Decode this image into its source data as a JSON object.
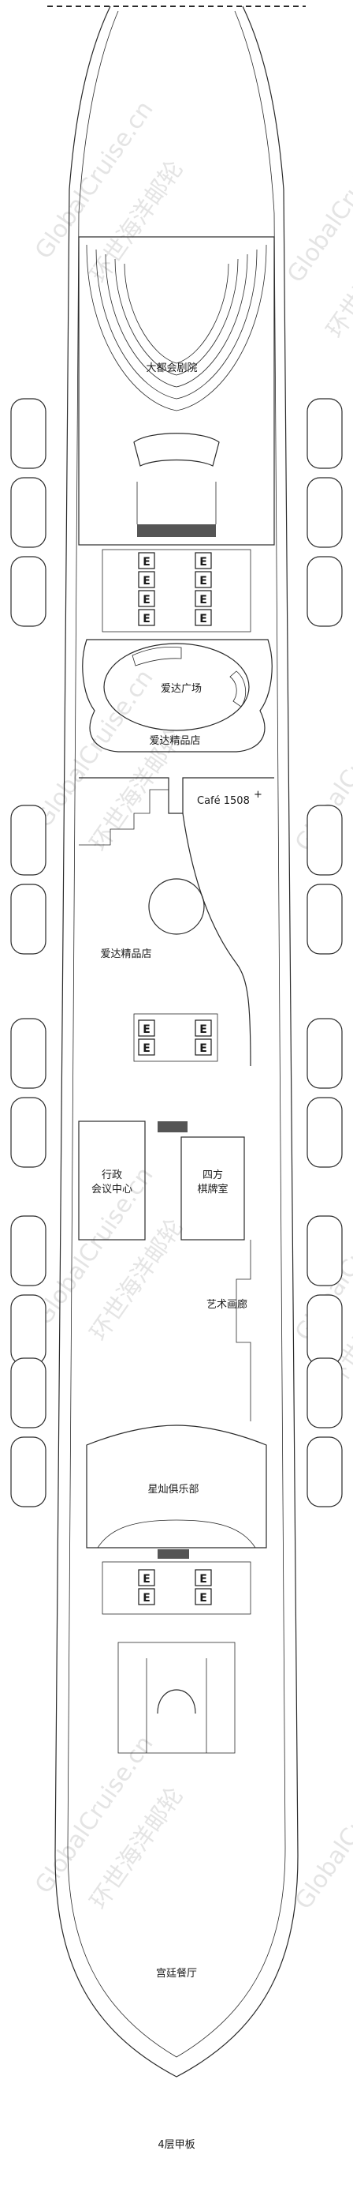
{
  "rooms": {
    "theater": "大都会剧院",
    "plaza": "爱达广场",
    "boutique_top": "爱达精品店",
    "cafe": "Café 1508",
    "cafe_sup": "+",
    "boutique_mid": "爱达精品店",
    "conference_line1": "行政",
    "conference_line2": "会议中心",
    "chess_line1": "四方",
    "chess_line2": "棋牌室",
    "gallery": "艺术画廊",
    "star_club": "星灿俱乐部",
    "dining": "宫廷餐厅"
  },
  "deck_label": "4层甲板",
  "elevator_letter": "E",
  "watermark": {
    "latin": "GlobalCruise.cn",
    "chinese": "环世海洋邮轮"
  },
  "colors": {
    "line": "#2a2a2a",
    "watermark": "#cfcfcf",
    "background": "#ffffff"
  }
}
